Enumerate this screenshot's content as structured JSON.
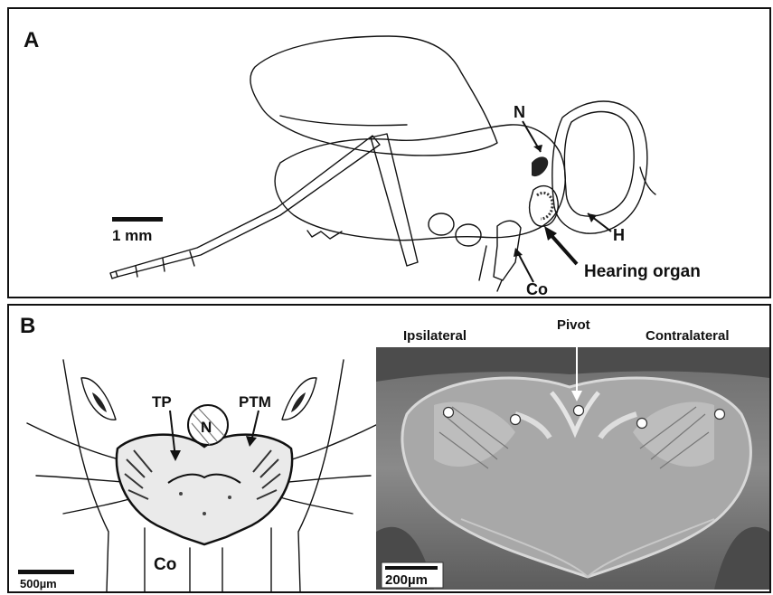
{
  "panel_a": {
    "letter": "A",
    "scale_bar": "1 mm",
    "labels": {
      "n": "N",
      "h": "H",
      "hearing_organ": "Hearing organ",
      "co": "Co"
    }
  },
  "panel_b": {
    "letter": "B",
    "drawing": {
      "labels": {
        "tp": "TP",
        "ptm": "PTM",
        "n": "N",
        "co": "Co"
      },
      "scale_bar": "500µm"
    },
    "micrograph": {
      "labels": {
        "ipsilateral": "Ipsilateral",
        "pivot": "Pivot",
        "contralateral": "Contralateral"
      },
      "scale_bar": "200µm"
    }
  }
}
